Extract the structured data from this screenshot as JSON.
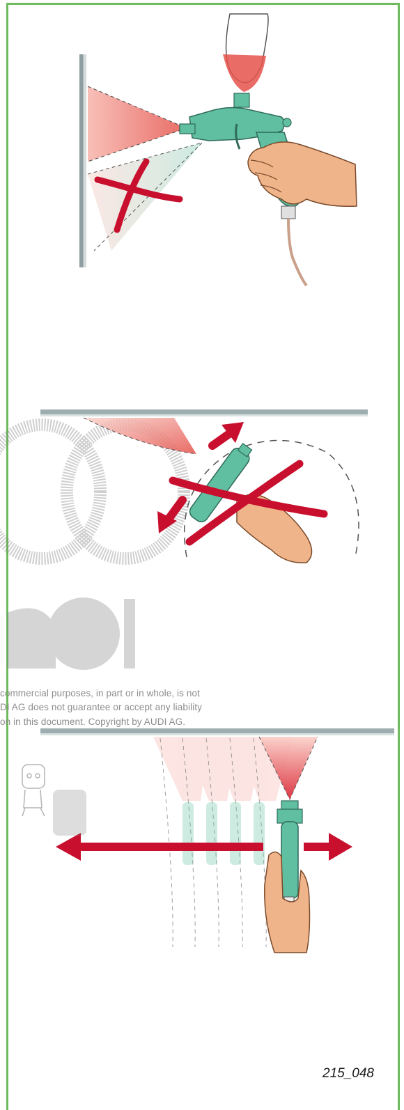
{
  "watermark": {
    "line1": "commercial purposes, in part or in whole, is not",
    "line2": "DI AG does not guarantee or accept any liability",
    "line3": "on in this document. Copyright by AUDI AG."
  },
  "figure_label": "215_048",
  "colors": {
    "frame": "#6dbb5c",
    "paint": "#e5524b",
    "cross": "#c8102e",
    "gun": "#5fbfa0",
    "wall": "#9eaeb0"
  }
}
